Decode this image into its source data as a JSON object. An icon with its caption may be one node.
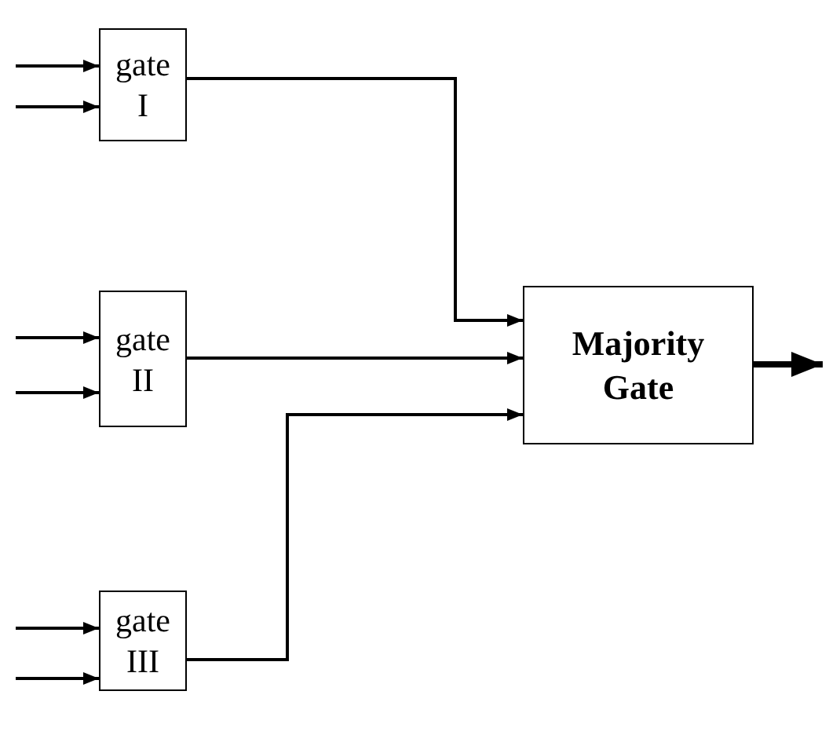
{
  "diagram": {
    "nodes": [
      {
        "text": [
          "gate",
          "I"
        ]
      },
      {
        "text": [
          "gate",
          "II"
        ]
      },
      {
        "text": [
          "gate",
          "III"
        ]
      },
      {
        "text": [
          "Majority Gate"
        ]
      }
    ],
    "edges": [
      {
        "from": null,
        "to": 0,
        "arrow": "to"
      },
      {
        "from": null,
        "to": 0,
        "arrow": "to"
      },
      {
        "from": null,
        "to": 1,
        "arrow": "to"
      },
      {
        "from": null,
        "to": 1,
        "arrow": "to"
      },
      {
        "from": null,
        "to": 2,
        "arrow": "to"
      },
      {
        "from": null,
        "to": 2,
        "arrow": "to"
      },
      {
        "from": 0,
        "to": 3,
        "arrow": "to"
      },
      {
        "from": 1,
        "to": 3,
        "arrow": "to"
      },
      {
        "from": 2,
        "to": 3,
        "arrow": "to"
      },
      {
        "from": 3,
        "to": null,
        "arrow": "to",
        "style": "thick"
      }
    ]
  }
}
